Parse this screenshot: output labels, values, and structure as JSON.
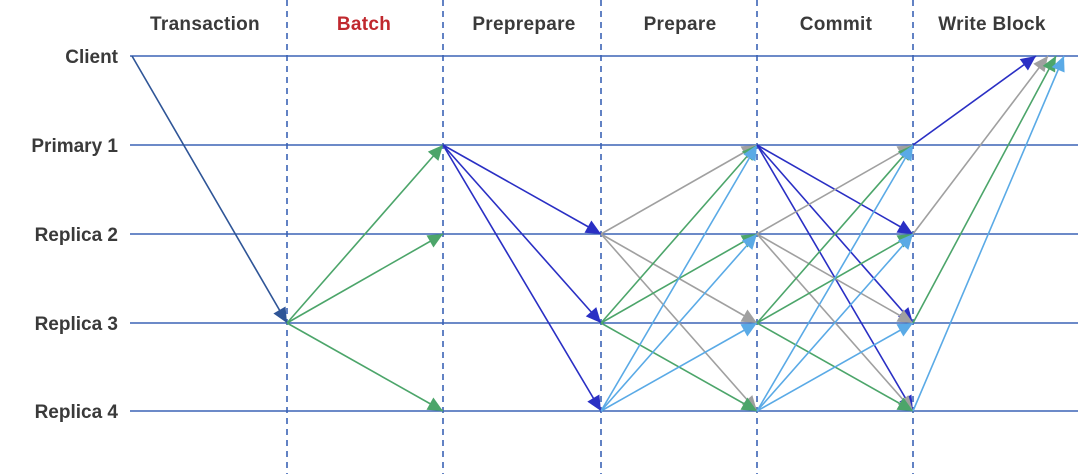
{
  "phases": [
    {
      "label": "Transaction",
      "highlight": false
    },
    {
      "label": "Batch",
      "highlight": true
    },
    {
      "label": "Preprepare",
      "highlight": false
    },
    {
      "label": "Prepare",
      "highlight": false
    },
    {
      "label": "Commit",
      "highlight": false
    },
    {
      "label": "Write Block",
      "highlight": false
    }
  ],
  "nodes": [
    {
      "id": "client",
      "label": "Client"
    },
    {
      "id": "primary1",
      "label": "Primary 1"
    },
    {
      "id": "replica2",
      "label": "Replica 2"
    },
    {
      "id": "replica3",
      "label": "Replica 3"
    },
    {
      "id": "replica4",
      "label": "Replica 4"
    }
  ],
  "colors": {
    "timeline": "#3b63b5",
    "phase_divider": "#3b63b5",
    "transaction": "#2f5597",
    "batch": "#4ca56a",
    "preprepare": "#2a2fc4",
    "prepare_from_replica2": "#a0a0a0",
    "prepare_from_replica3": "#4ca56a",
    "prepare_from_replica4": "#5aaae6",
    "commit_from_primary1": "#2a2fc4",
    "commit_from_replica2": "#a0a0a0",
    "commit_from_replica3": "#4ca56a",
    "commit_from_replica4": "#5aaae6",
    "highlight_text": "#c0282e",
    "label_text": "#3a3a3a"
  },
  "messages": [
    {
      "phase": "Transaction",
      "from": "client",
      "to": "replica3",
      "color_key": "transaction"
    },
    {
      "phase": "Batch",
      "from": "replica3",
      "to": "primary1",
      "color_key": "batch"
    },
    {
      "phase": "Batch",
      "from": "replica3",
      "to": "replica2",
      "color_key": "batch"
    },
    {
      "phase": "Batch",
      "from": "replica3",
      "to": "replica4",
      "color_key": "batch"
    },
    {
      "phase": "Preprepare",
      "from": "primary1",
      "to": "replica2",
      "color_key": "preprepare"
    },
    {
      "phase": "Preprepare",
      "from": "primary1",
      "to": "replica3",
      "color_key": "preprepare"
    },
    {
      "phase": "Preprepare",
      "from": "primary1",
      "to": "replica4",
      "color_key": "preprepare"
    },
    {
      "phase": "Prepare",
      "from": "replica2",
      "to": "primary1",
      "color_key": "prepare_from_replica2"
    },
    {
      "phase": "Prepare",
      "from": "replica2",
      "to": "replica3",
      "color_key": "prepare_from_replica2"
    },
    {
      "phase": "Prepare",
      "from": "replica2",
      "to": "replica4",
      "color_key": "prepare_from_replica2"
    },
    {
      "phase": "Prepare",
      "from": "replica3",
      "to": "primary1",
      "color_key": "prepare_from_replica3"
    },
    {
      "phase": "Prepare",
      "from": "replica3",
      "to": "replica2",
      "color_key": "prepare_from_replica3"
    },
    {
      "phase": "Prepare",
      "from": "replica3",
      "to": "replica4",
      "color_key": "prepare_from_replica3"
    },
    {
      "phase": "Prepare",
      "from": "replica4",
      "to": "primary1",
      "color_key": "prepare_from_replica4"
    },
    {
      "phase": "Prepare",
      "from": "replica4",
      "to": "replica2",
      "color_key": "prepare_from_replica4"
    },
    {
      "phase": "Prepare",
      "from": "replica4",
      "to": "replica3",
      "color_key": "prepare_from_replica4"
    },
    {
      "phase": "Commit",
      "from": "primary1",
      "to": "replica2",
      "color_key": "commit_from_primary1"
    },
    {
      "phase": "Commit",
      "from": "primary1",
      "to": "replica3",
      "color_key": "commit_from_primary1"
    },
    {
      "phase": "Commit",
      "from": "primary1",
      "to": "replica4",
      "color_key": "commit_from_primary1"
    },
    {
      "phase": "Commit",
      "from": "replica2",
      "to": "primary1",
      "color_key": "commit_from_replica2"
    },
    {
      "phase": "Commit",
      "from": "replica2",
      "to": "replica3",
      "color_key": "commit_from_replica2"
    },
    {
      "phase": "Commit",
      "from": "replica2",
      "to": "replica4",
      "color_key": "commit_from_replica2"
    },
    {
      "phase": "Commit",
      "from": "replica3",
      "to": "primary1",
      "color_key": "commit_from_replica3"
    },
    {
      "phase": "Commit",
      "from": "replica3",
      "to": "replica2",
      "color_key": "commit_from_replica3"
    },
    {
      "phase": "Commit",
      "from": "replica3",
      "to": "replica4",
      "color_key": "commit_from_replica3"
    },
    {
      "phase": "Commit",
      "from": "replica4",
      "to": "primary1",
      "color_key": "commit_from_replica4"
    },
    {
      "phase": "Commit",
      "from": "replica4",
      "to": "replica2",
      "color_key": "commit_from_replica4"
    },
    {
      "phase": "Commit",
      "from": "replica4",
      "to": "replica3",
      "color_key": "commit_from_replica4"
    },
    {
      "phase": "Write Block",
      "from": "primary1",
      "to": "client",
      "color_key": "commit_from_primary1"
    },
    {
      "phase": "Write Block",
      "from": "replica2",
      "to": "client",
      "color_key": "commit_from_replica2"
    },
    {
      "phase": "Write Block",
      "from": "replica3",
      "to": "client",
      "color_key": "commit_from_replica3"
    },
    {
      "phase": "Write Block",
      "from": "replica4",
      "to": "client",
      "color_key": "commit_from_replica4"
    }
  ]
}
